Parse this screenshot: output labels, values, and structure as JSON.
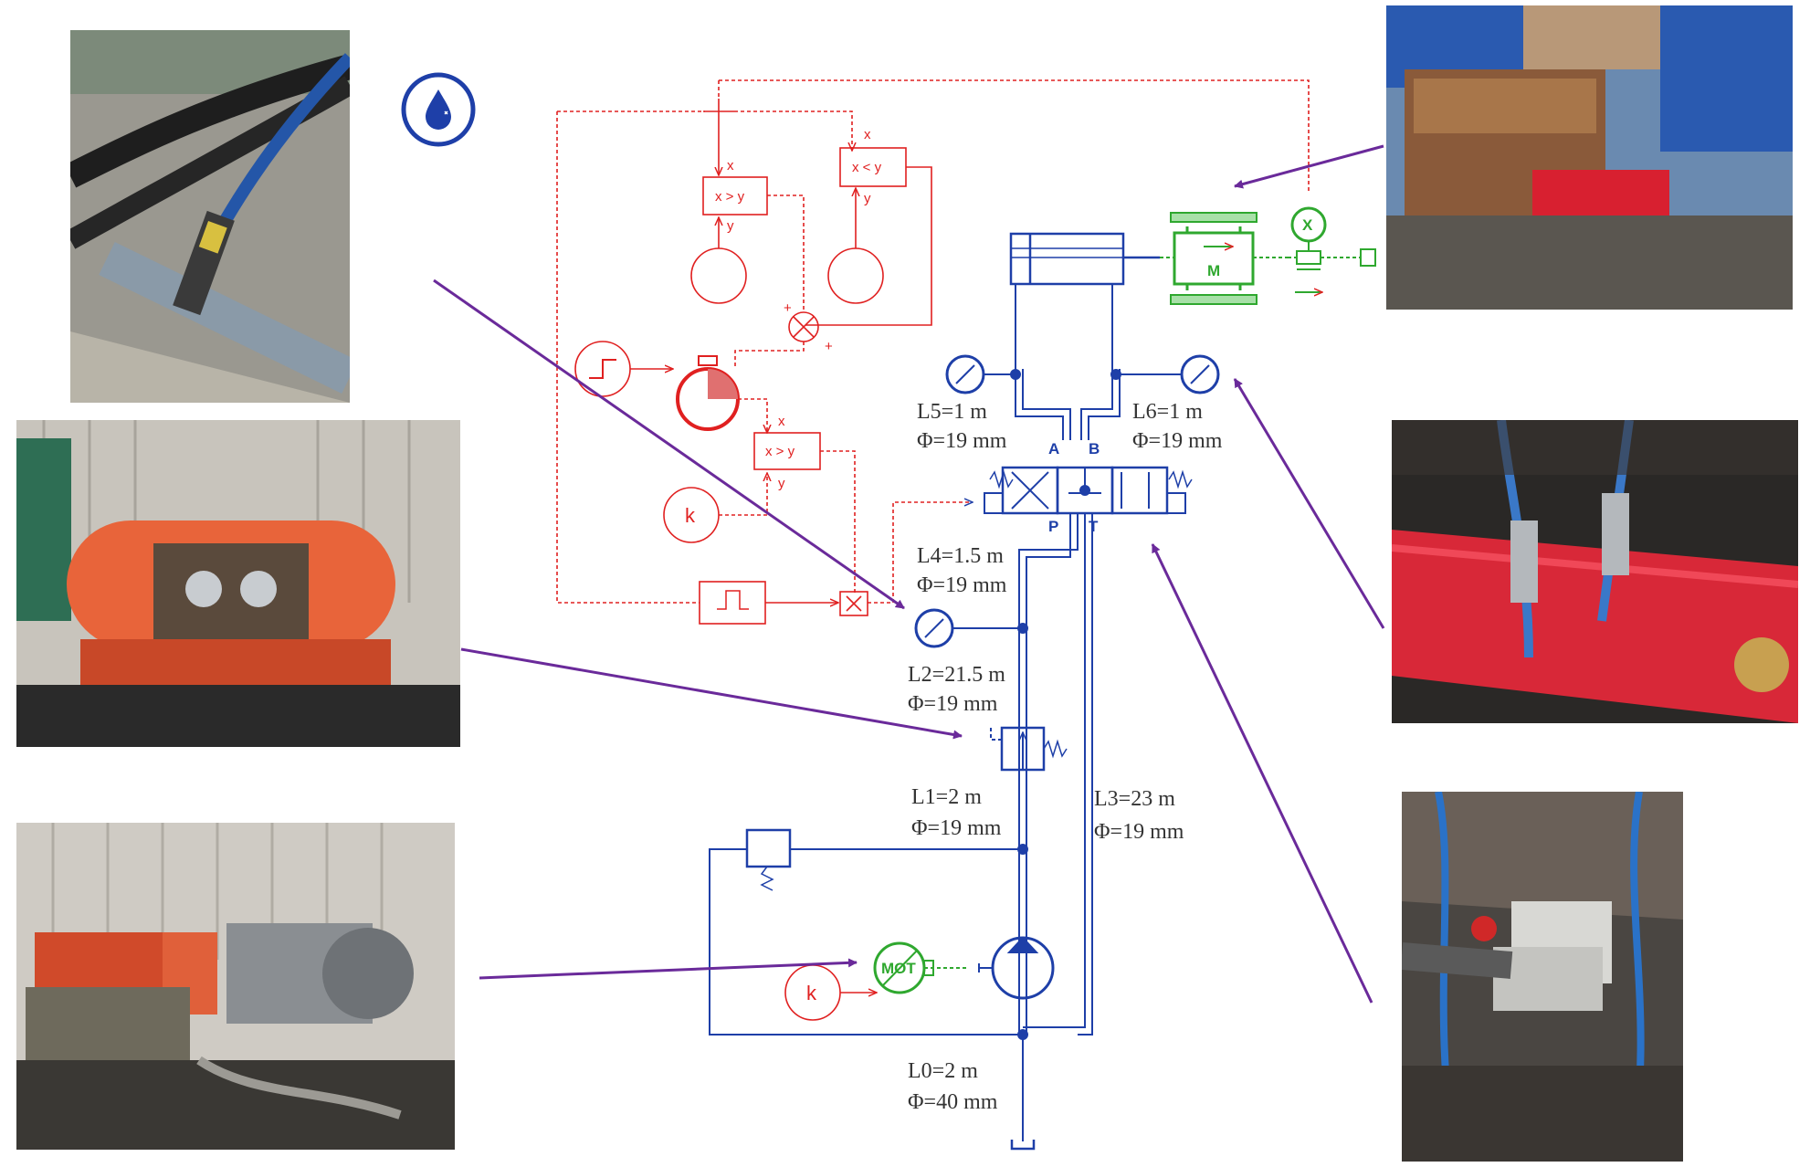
{
  "colors": {
    "hydraulic": "#1e3fa8",
    "signal": "#e02020",
    "mechanical": "#2fa82f",
    "arrow": "#6a2a9a",
    "label": "#333333"
  },
  "icons": [
    "water-drop-icon"
  ],
  "labels": {
    "l0_len": "L0=2 m",
    "l0_dia": "Φ=40 mm",
    "l1_len": "L1=2 m",
    "l1_dia": "Φ=19 mm",
    "l2_len": "L2=21.5 m",
    "l2_dia": "Φ=19 mm",
    "l3_len": "L3=23 m",
    "l3_dia": "Φ=19 mm",
    "l4_len": "L4=1.5 m",
    "l4_dia": "Φ=19 mm",
    "l5_len": "L5=1 m",
    "l5_dia": "Φ=19 mm",
    "l6_len": "L6=1 m",
    "l6_dia": "Φ=19 mm"
  },
  "ports": {
    "a": "A",
    "b": "B",
    "p": "P",
    "t": "T"
  },
  "blocks": {
    "cmp1": "x > y",
    "cmp2": "x < y",
    "cmp3": "x > y",
    "x": "x",
    "y": "y",
    "const_k1": "k",
    "const_k2": "k",
    "plus": "+",
    "motor": "MOT",
    "mass": "M",
    "sensor_x": "X"
  },
  "photos": [
    "pressure-sensor-on-hose-photo",
    "orange-accumulator-tank-photo",
    "electric-motor-pump-unit-photo",
    "rusty-tank-with-red-cylinder-photo",
    "red-cylinder-with-pressure-sensors-photo",
    "servo-valve-photo"
  ]
}
